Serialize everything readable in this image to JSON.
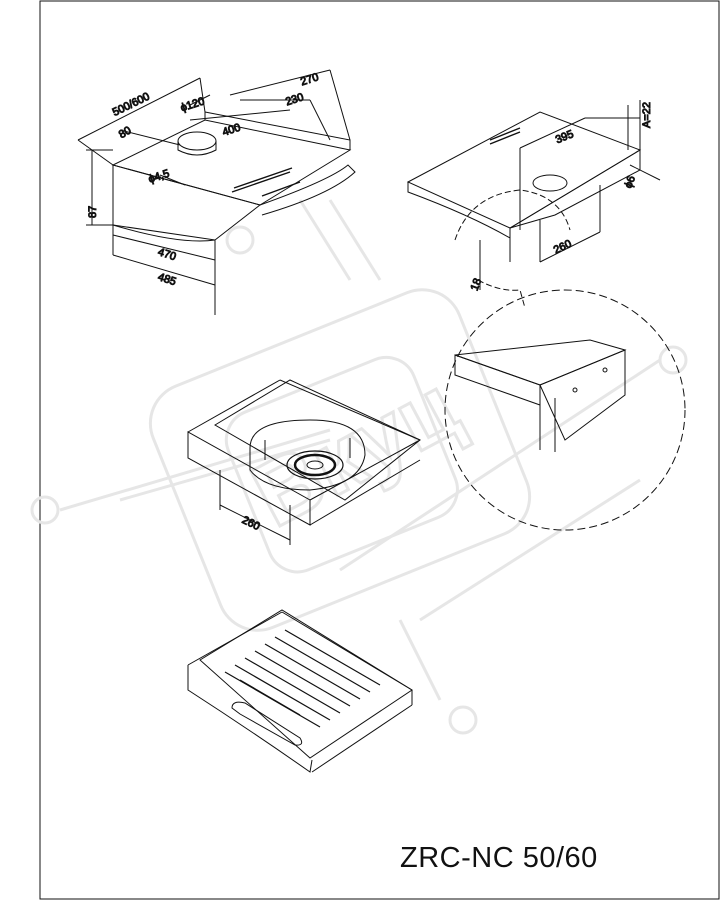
{
  "model_label": "ZRC-NC 50/60",
  "watermark": "Вкуц",
  "colors": {
    "line": "#111111",
    "watermark": "#e6e6e6",
    "background": "#ffffff"
  },
  "view_top": {
    "dims": {
      "width": "500/600",
      "depth1": "270",
      "depth2": "230",
      "duct": "ϕ120",
      "offset": "80",
      "span": "400",
      "hole": "ϕ4,5",
      "height": "87",
      "inner": "470",
      "outer": "485"
    }
  },
  "view_side": {
    "dims": {
      "a": "A=22",
      "depth": "395",
      "hole": "ϕ6",
      "front": "260",
      "side": "18"
    }
  },
  "view_middle": {
    "dims": {
      "front": "260"
    }
  }
}
